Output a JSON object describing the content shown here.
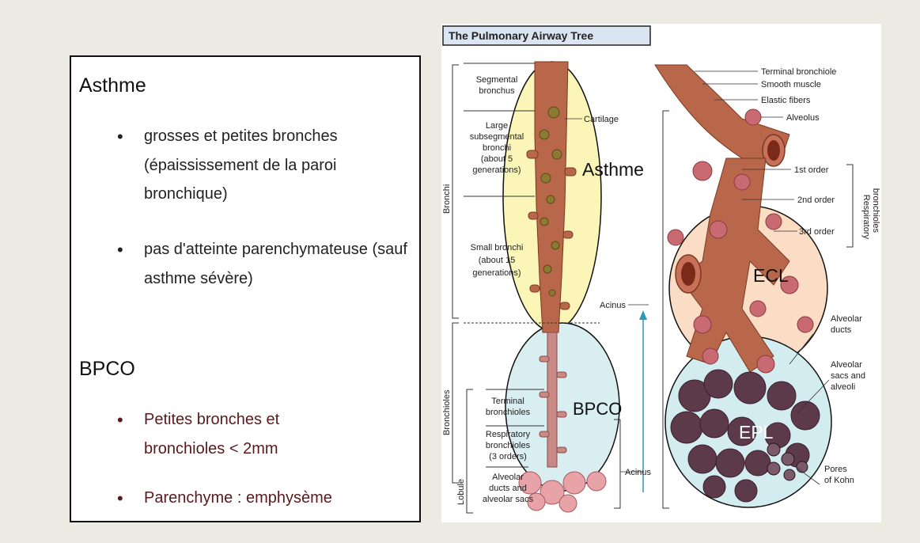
{
  "left_panel": {
    "asthme_title": "Asthme",
    "asthme_bullets": [
      "grosses et petites bronches (épaississement de la paroi bronchique)",
      "pas d'atteinte parenchymateuse (sauf asthme sévère)"
    ],
    "bpco_title": "BPCO",
    "bpco_bullets": [
      "Petites bronches et bronchioles < 2mm",
      "Parenchyme : emphysème"
    ],
    "bullet_glyph": "•"
  },
  "figure": {
    "title": "The Pulmonary Airway Tree",
    "left_labels": {
      "segmental": [
        "Segmental",
        "bronchus"
      ],
      "large_sub": [
        "Large",
        "subsegmental",
        "bronchi",
        "(about 5",
        "generations)"
      ],
      "small_bronchi": [
        "Small bronchi",
        "(about 15",
        "generations)"
      ],
      "terminal": [
        "Terminal",
        "bronchioles"
      ],
      "respiratory": [
        "Respiratory",
        "bronchioles",
        "(3 orders)"
      ],
      "alveolar": [
        "Alveolar",
        "ducts and",
        "alveolar sacs"
      ]
    },
    "vertical_labels": {
      "bronchi": "Bronchi",
      "bronchioles": "Bronchioles",
      "lobule": "Lobule",
      "respiratory_bronchioles": [
        "Respiratory",
        "bronchioles"
      ]
    },
    "cartilage": "Cartilage",
    "acinus": "Acinus",
    "right_labels": {
      "terminal_bronchiole": "Terminal bronchiole",
      "smooth_muscle": "Smooth muscle",
      "elastic_fibers": "Elastic fibers",
      "alveolus": "Alveolus",
      "first_order": "1st order",
      "second_order": "2nd order",
      "third_order": "3rd order",
      "alveolar_ducts": [
        "Alveolar",
        "ducts"
      ],
      "alveolar_sacs": [
        "Alveolar",
        "sacs and",
        "alveoli"
      ],
      "pores": [
        "Pores",
        "of Kohn"
      ]
    },
    "overlays": {
      "asthme": "Asthme",
      "bpco": "BPCO",
      "ecl": "ECL",
      "epl": "EPL"
    },
    "colors": {
      "asthme_fill": "#fbf6b8",
      "bpco_fill": "#d8eef1",
      "ecl_fill": "#fbdcc5",
      "epl_fill": "#d3ecef",
      "airway": "#b8674a",
      "title_bg": "#dbe4f1",
      "arrow": "#2a9bb5"
    }
  }
}
